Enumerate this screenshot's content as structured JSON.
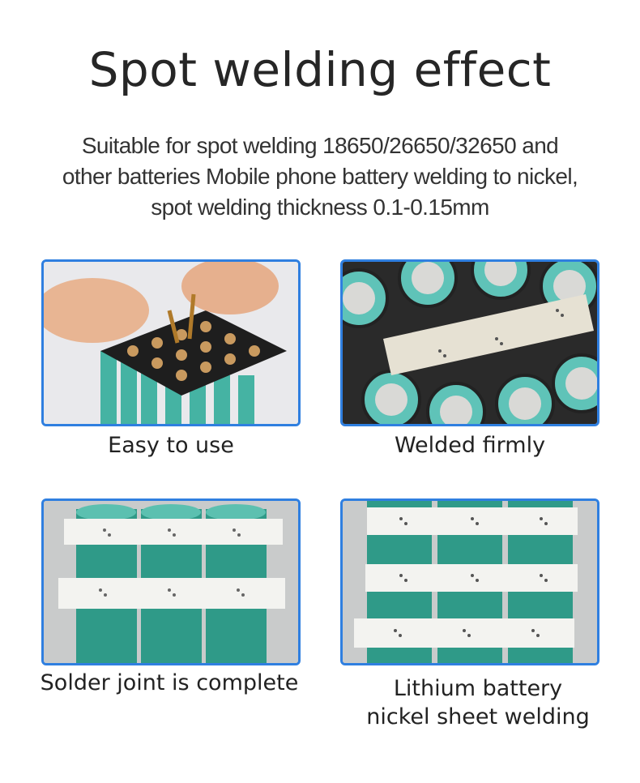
{
  "header": {
    "title": "Spot welding effect",
    "subtitle_lines": [
      "Suitable for spot welding 18650/26650/32650 and",
      "other batteries  Mobile phone battery welding to nickel,",
      "spot welding thickness 0.1-0.15mm"
    ]
  },
  "panels": [
    {
      "caption": "Easy to use"
    },
    {
      "caption": "Welded firmly"
    },
    {
      "caption": "Solder joint is complete"
    },
    {
      "caption_lines": [
        "Lithium battery",
        "nickel sheet welding"
      ]
    }
  ],
  "colors": {
    "border": "#2f7fe0",
    "battery": "#3fa79a",
    "strip": "#f2f2ee"
  }
}
